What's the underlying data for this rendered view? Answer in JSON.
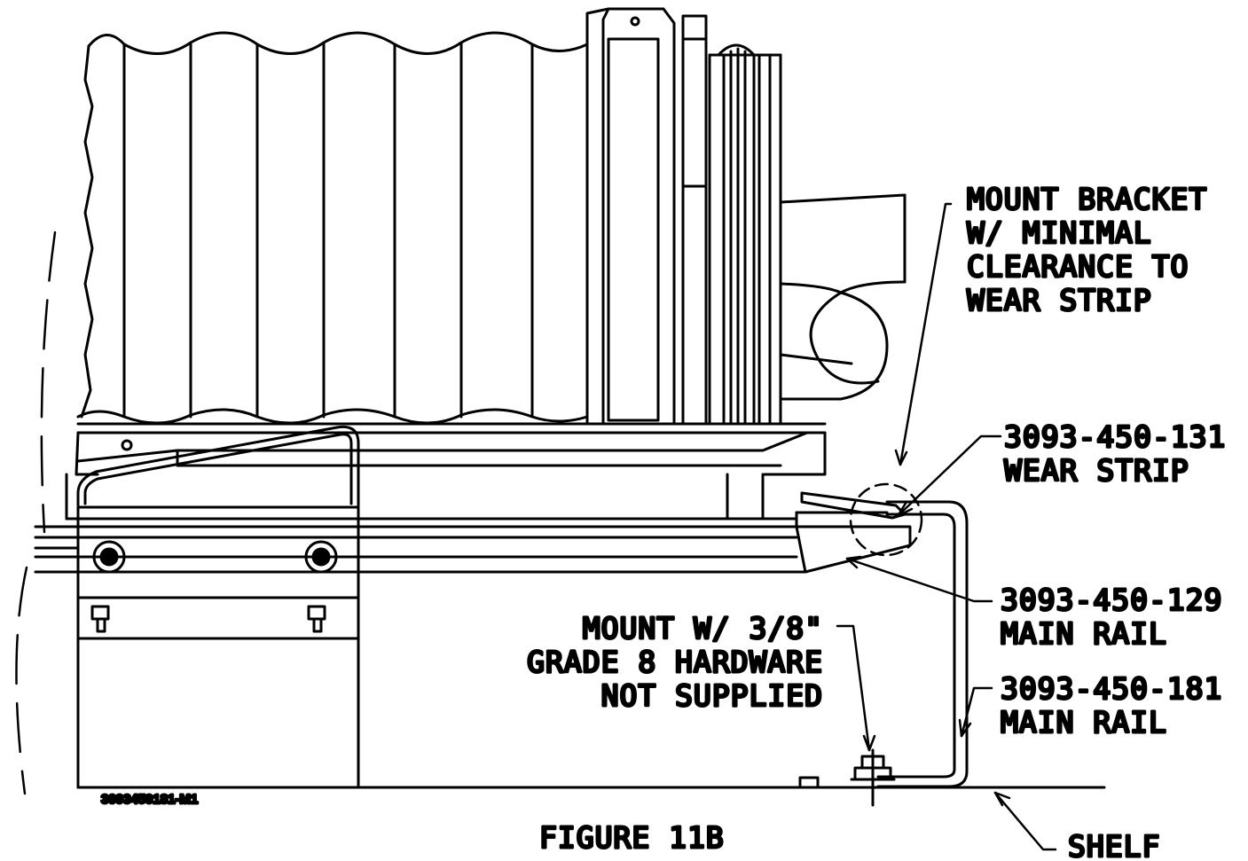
{
  "figure": {
    "caption": "FIGURE 11B",
    "drawing_number": "3093450181-M1"
  },
  "callouts": {
    "mount_bracket": [
      "MOUNT BRACKET",
      "W/ MINIMAL",
      "CLEARANCE TO",
      "WEAR STRIP"
    ],
    "wear_strip": [
      "3093-450-131",
      "WEAR STRIP"
    ],
    "main_rail_129": [
      "3093-450-129",
      "MAIN RAIL"
    ],
    "hardware": [
      "MOUNT W/ 3/8\"",
      "GRADE 8 HARDWARE",
      "NOT SUPPLIED"
    ],
    "main_rail_181": [
      "3093-450-181",
      "MAIN RAIL"
    ],
    "shelf": "SHELF"
  },
  "colors": {
    "ink": "#000000",
    "paper": "#ffffff"
  }
}
